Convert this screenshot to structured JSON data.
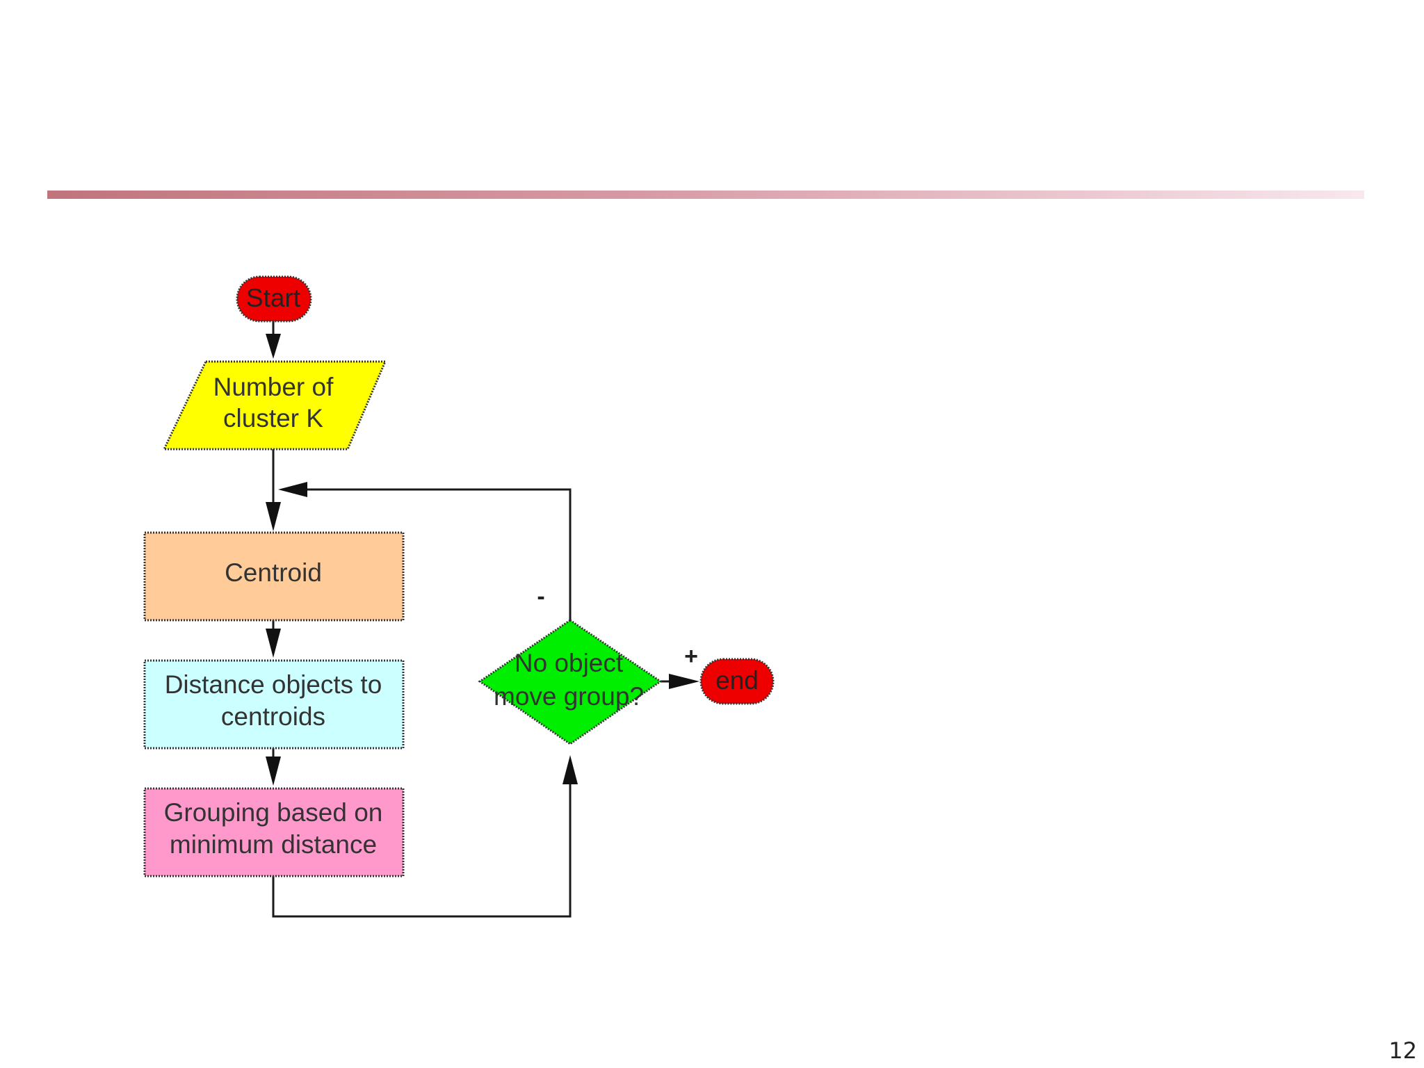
{
  "diagram": {
    "nodes": {
      "start": {
        "label": "Start",
        "color": "#ee0000"
      },
      "input": {
        "line1": "Number of",
        "line2": "cluster K",
        "color": "#ffff00"
      },
      "centroid": {
        "label": "Centroid",
        "color": "#ffcc99"
      },
      "distance": {
        "line1": "Distance objects to",
        "line2": "centroids",
        "color": "#ccffff"
      },
      "grouping": {
        "line1": "Grouping based on",
        "line2": "minimum distance",
        "color": "#ff99cc"
      },
      "decision": {
        "line1": "No object",
        "line2": "move group?",
        "color": "#00ee00"
      },
      "end": {
        "label": "end",
        "color": "#ee0000"
      }
    },
    "edge_labels": {
      "no": "-",
      "yes": "+"
    }
  },
  "page_number": "12"
}
